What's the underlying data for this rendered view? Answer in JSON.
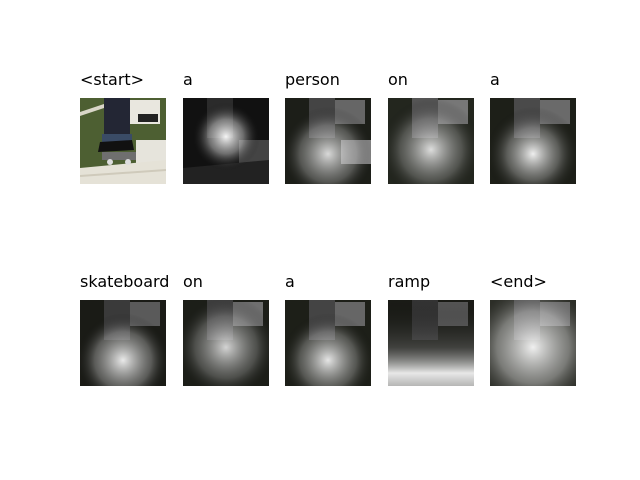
{
  "figure": {
    "panels": [
      {
        "word": "<start>",
        "image": "original-photo-thumbnail",
        "attention": "none"
      },
      {
        "word": "a",
        "image": "attention-map",
        "attention": "focused on shoe and skateboard"
      },
      {
        "word": "person",
        "image": "attention-map",
        "attention": "spread over lower scene"
      },
      {
        "word": "on",
        "image": "attention-map",
        "attention": "diffuse lower region"
      },
      {
        "word": "a",
        "image": "attention-map",
        "attention": "diffuse lower region"
      },
      {
        "word": "skateboard",
        "image": "attention-map",
        "attention": "lower center"
      },
      {
        "word": "on",
        "image": "attention-map",
        "attention": "broad, lower scene"
      },
      {
        "word": "a",
        "image": "attention-map",
        "attention": "lower center"
      },
      {
        "word": "ramp",
        "image": "attention-map",
        "attention": "lower band"
      },
      {
        "word": "<end>",
        "image": "attention-map",
        "attention": "broad, bright"
      }
    ]
  }
}
